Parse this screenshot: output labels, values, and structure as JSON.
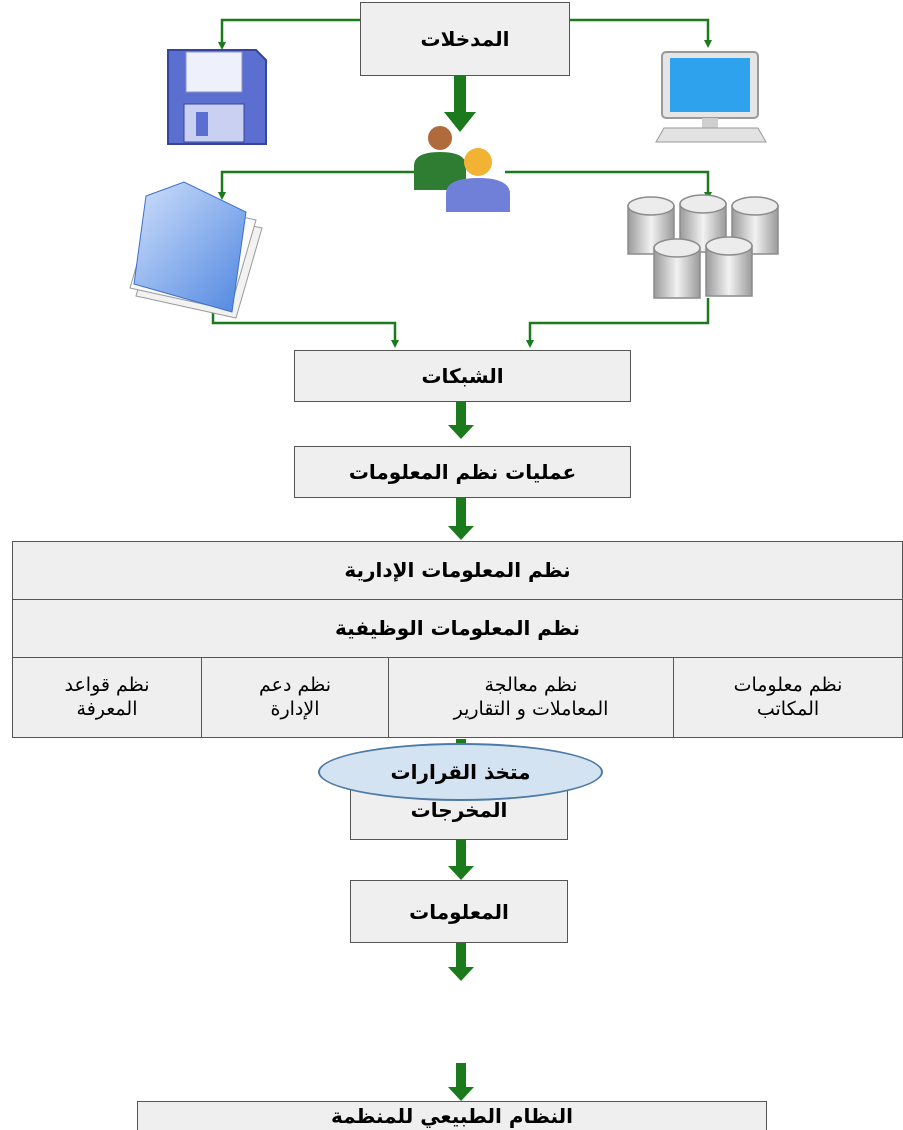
{
  "nodes": {
    "inputs": "المدخلات",
    "networks": "الشبكات",
    "operations": "عمليات نظم المعلومات",
    "outputs": "المخرجات",
    "information": "المعلومات",
    "decision_maker": "متخذ القرارات",
    "natural_system": "النظام الطبيعي للمنظمة"
  },
  "mis": {
    "management": "نظم المعلومات الإدارية",
    "functional": "نظم المعلومات الوظيفية",
    "subsystems": [
      {
        "line1": "نظم معلومات",
        "line2": "المكاتب"
      },
      {
        "line1": "نظم معالجة",
        "line2": "المعاملات و التقارير"
      },
      {
        "line1": "نظم دعم",
        "line2": "الإدارة"
      },
      {
        "line1": "نظم قواعد",
        "line2": "المعرفة"
      }
    ]
  },
  "icons": [
    "floppy-disk-icon",
    "computer-monitor-icon",
    "users-icon",
    "documents-icon",
    "database-icon"
  ],
  "colors": {
    "arrow": "#1b7a1b",
    "box_fill": "#efefef",
    "ellipse_fill": "#d4e3f1",
    "ellipse_border": "#4d7aa6"
  }
}
